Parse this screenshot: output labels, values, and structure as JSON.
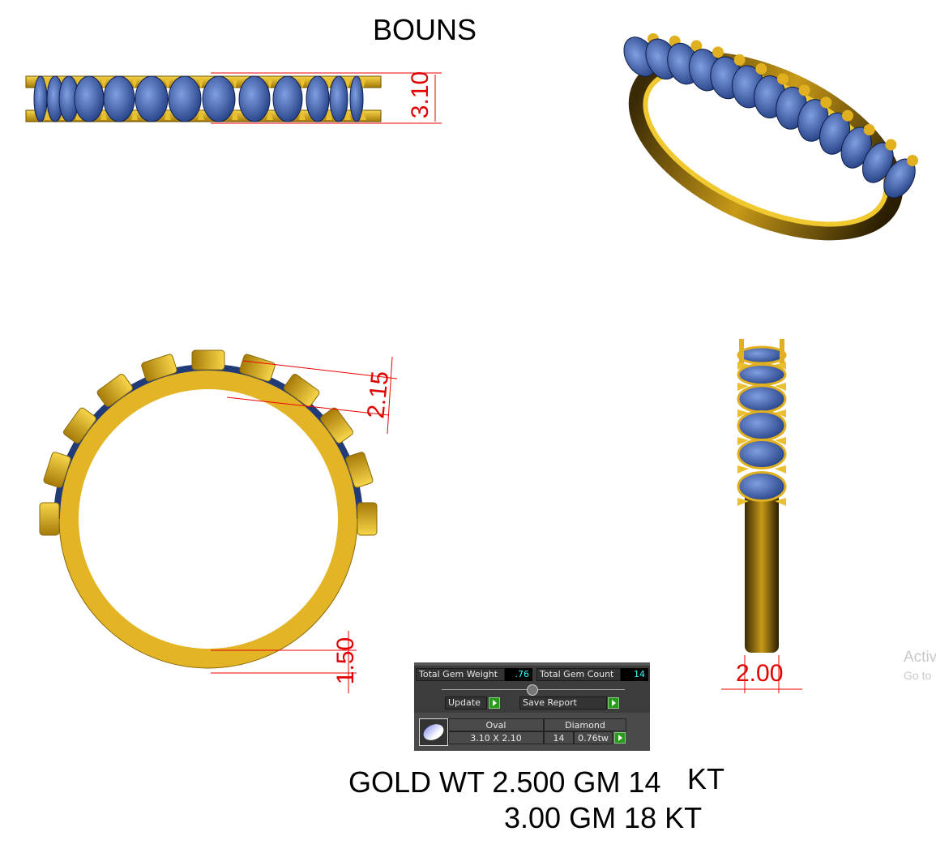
{
  "title": "BOUNS",
  "dimensions": {
    "top_height": "3.10",
    "setting_height": "2.15",
    "shank_thickness": "1.50",
    "shank_width": "2.00"
  },
  "panel": {
    "total_gem_weight_label": "Total Gem Weight",
    "total_gem_weight": ".76",
    "total_gem_count_label": "Total Gem Count",
    "total_gem_count": "14",
    "update_label": "Update",
    "save_report_label": "Save Report",
    "gem_shape": "Oval",
    "gem_type": "Diamond",
    "gem_size": "3.10 X 2.10",
    "gem_count": "14",
    "gem_weight": "0.76tw"
  },
  "gold_weight": {
    "line1": "GOLD WT 2.500 GM 14",
    "line1_unit": "KT",
    "line2": "3.00 GM 18 KT"
  },
  "watermark": {
    "line1": "Activ",
    "line2": "Go to"
  },
  "colors": {
    "gold": "#e8b820",
    "gem": "#3a5aa8",
    "dimension": "#e00000"
  }
}
